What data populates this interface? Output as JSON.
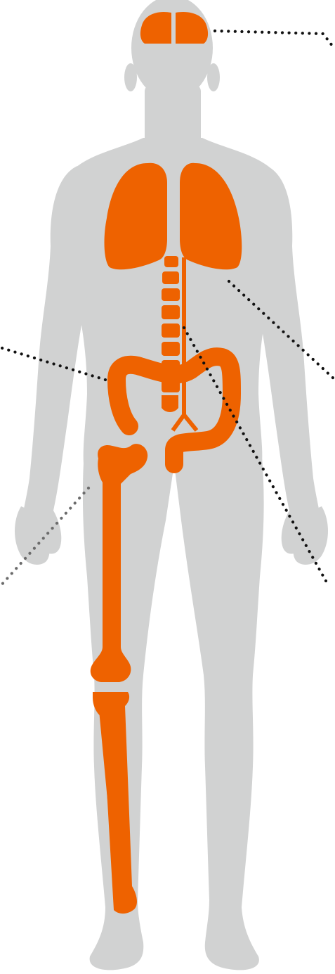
{
  "figure": {
    "colors": {
      "background": "#ffffff",
      "silhouette": "#d1d2d2",
      "organs": "#ee6200",
      "leader_dark": "#111111",
      "leader_grey": "#6b6b6b"
    },
    "organs": [
      "brain",
      "lungs",
      "spine",
      "intestine",
      "femur",
      "tibia-fibula",
      "blood-vessels"
    ],
    "leaders": [
      {
        "id": "brain",
        "style": "dotted",
        "color_key": "leader_dark",
        "direction": "right"
      },
      {
        "id": "lungs",
        "style": "dotted",
        "color_key": "leader_dark",
        "direction": "right"
      },
      {
        "id": "spine",
        "style": "dotted",
        "color_key": "leader_dark",
        "direction": "right"
      },
      {
        "id": "intestine",
        "style": "dotted",
        "color_key": "leader_dark",
        "direction": "left"
      },
      {
        "id": "femur",
        "style": "dotted",
        "color_key": "leader_grey",
        "direction": "left"
      }
    ]
  }
}
